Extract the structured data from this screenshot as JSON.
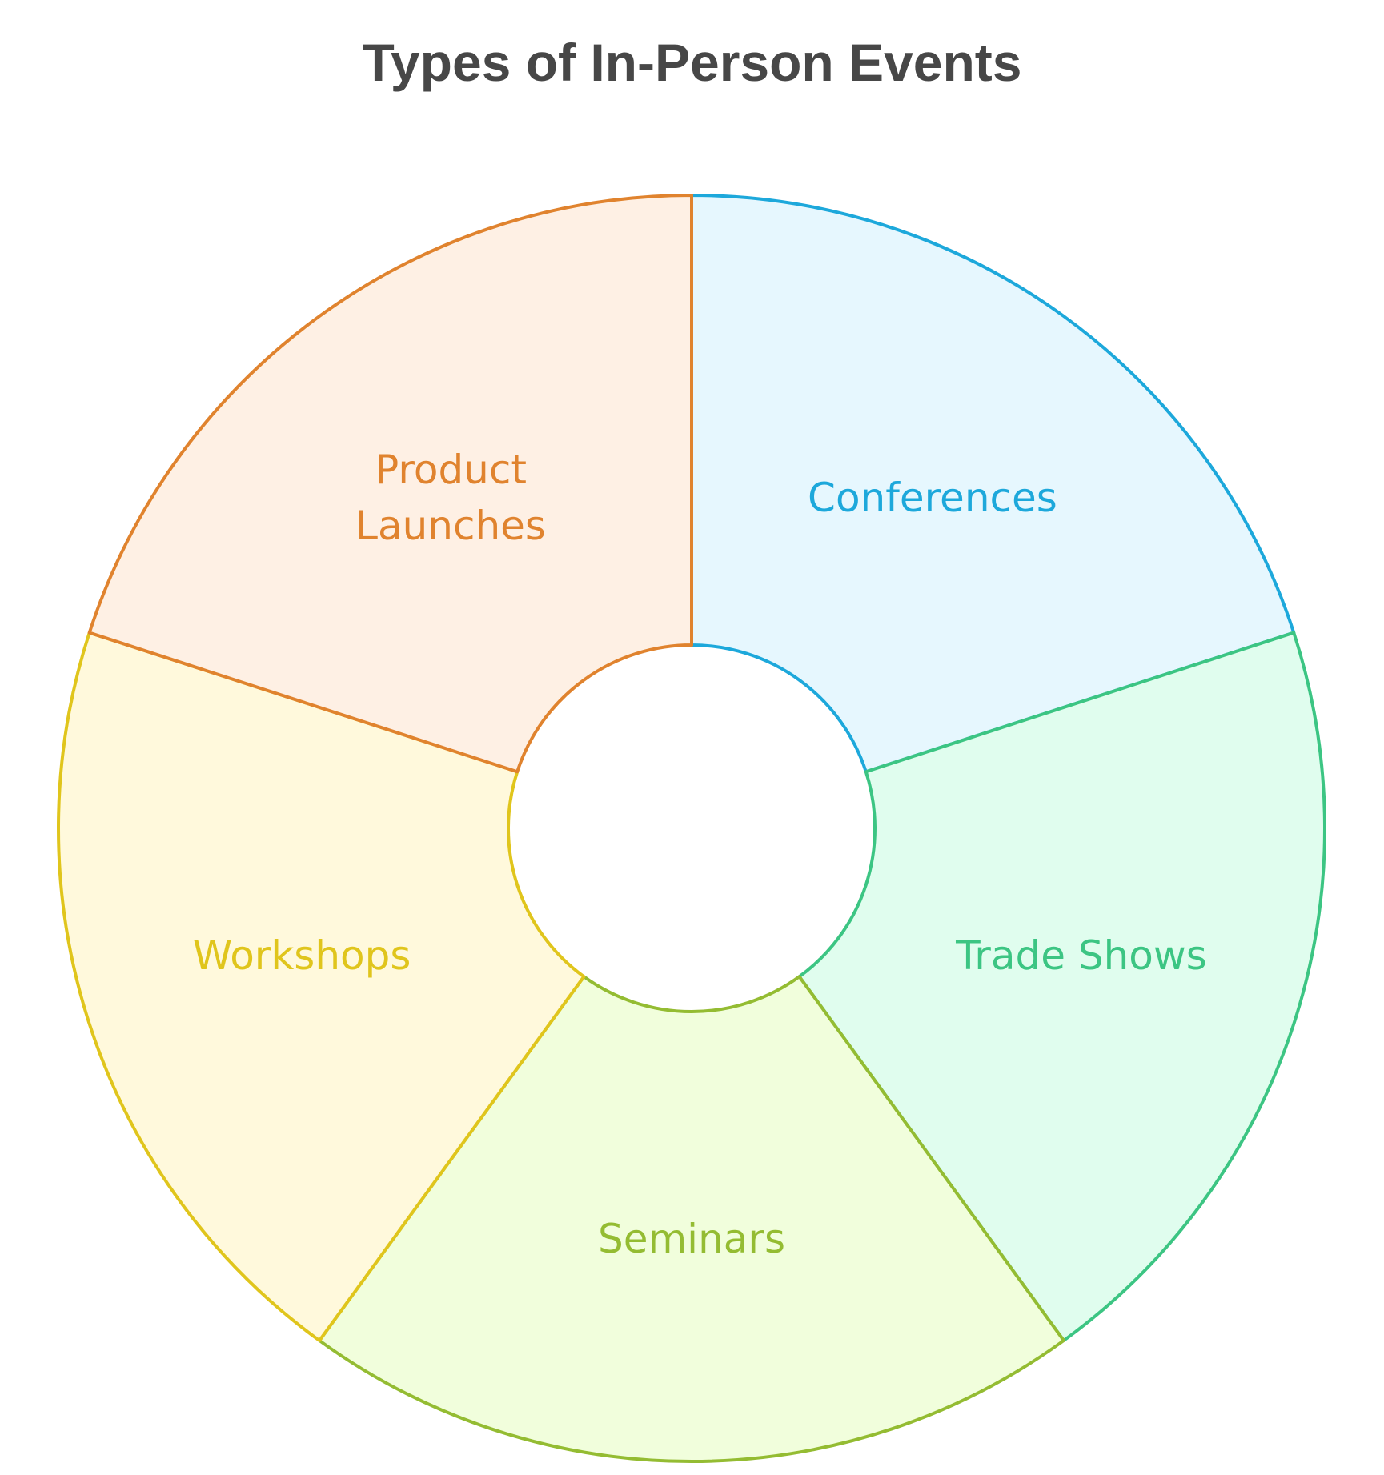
{
  "title": "Types of In-Person Events",
  "segments": [
    {
      "label": [
        "Conferences"
      ],
      "stroke": "#1DA8DB",
      "fill": "#E6F7FE"
    },
    {
      "label": [
        "Trade Shows"
      ],
      "stroke": "#3CC583",
      "fill": "#E0FDEE"
    },
    {
      "label": [
        "Seminars"
      ],
      "stroke": "#94BC32",
      "fill": "#F1FEDC"
    },
    {
      "label": [
        "Workshops"
      ],
      "stroke": "#E0C51C",
      "fill": "#FFF9DC"
    },
    {
      "label": [
        "Product",
        "Launches"
      ],
      "stroke": "#E0832E",
      "fill": "#FEF0E4"
    }
  ]
}
